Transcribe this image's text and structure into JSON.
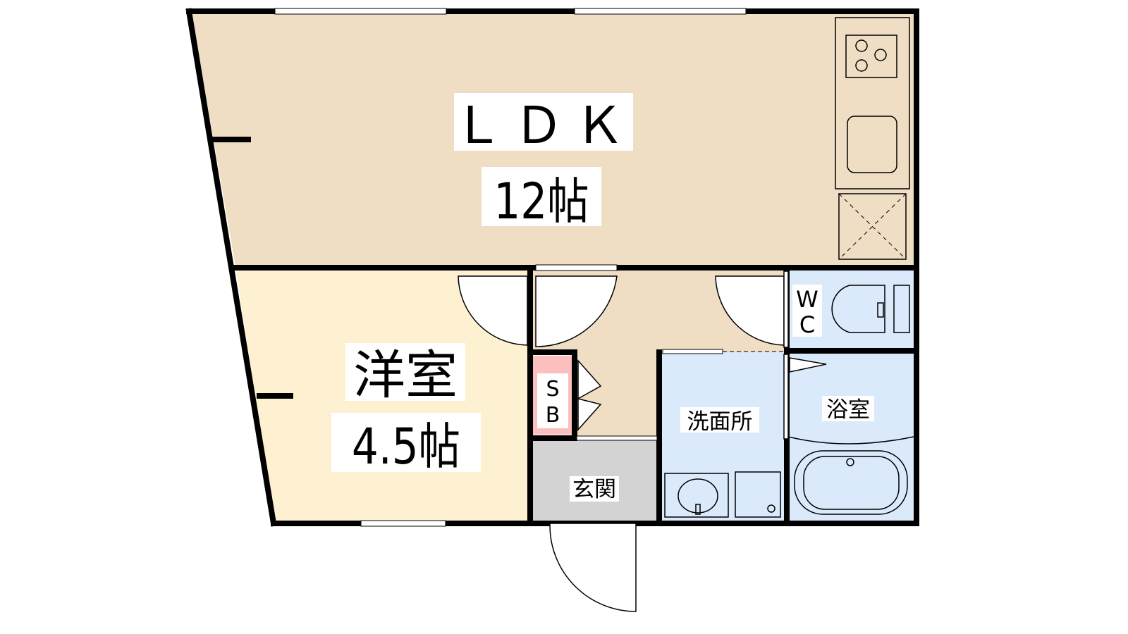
{
  "rooms": {
    "ldk": {
      "name": "ＬＤＫ",
      "size": "12帖"
    },
    "western": {
      "name": "洋室",
      "size": "4.5帖"
    },
    "wc": {
      "line1": "W",
      "line2": "C"
    },
    "sb": {
      "line1": "S",
      "line2": "B"
    },
    "washroom": {
      "name": "洗面所"
    },
    "bath": {
      "name": "浴室"
    },
    "entrance": {
      "name": "玄関"
    }
  },
  "colors": {
    "ldk": "#efdec4",
    "western": "#fdf1d2",
    "water": "#dbeafb",
    "sb": "#fcbfbf",
    "entrance": "#d3d3d3",
    "wall": "#000000"
  }
}
